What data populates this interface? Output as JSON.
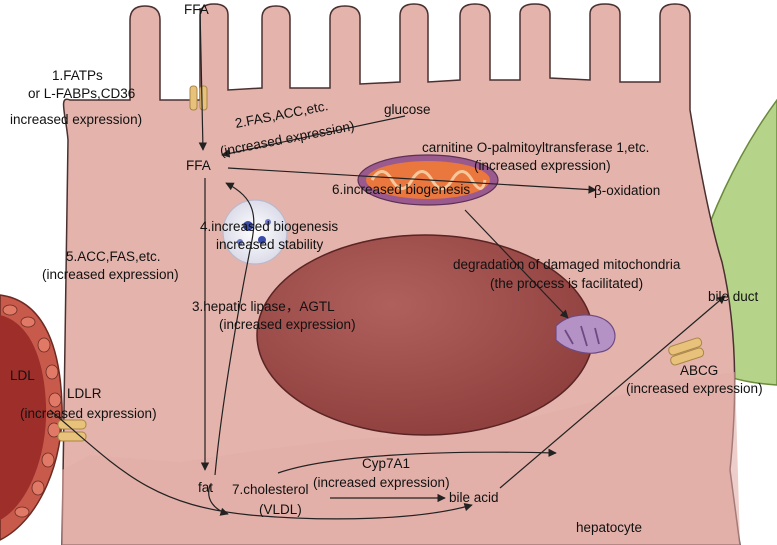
{
  "colors": {
    "cell_fill": "#e4b4ac",
    "cell_stroke": "#4a3030",
    "nucleus": "#a0504e",
    "vessel_outer": "#c85a4c",
    "vessel_inner": "#9e2e2a",
    "bile_duct": "#b6d38a",
    "transporter": "#e8c27a",
    "mitochondria_outer": "#9b5a8e",
    "mitochondria_inner": "#e9773e",
    "damaged_mito": "#b592c6",
    "arrow": "#222222"
  },
  "labels": {
    "ffa_top": "FFA",
    "ffa_mid": "FFA",
    "fatps_1": "1.FATPs",
    "fatps_2": "or L-FABPs,CD36",
    "fatps_3": "increased expression)",
    "fas_1": "2.FAS,ACC,etc.",
    "fas_2": "(increased expression)",
    "glucose": "glucose",
    "cpt_1": "carnitine O-palmitoyltransferase 1,etc.",
    "cpt_2": "(increased expression)",
    "biogenesis6": "6.increased biogenesis",
    "beta_oxidation": "β-oxidation",
    "ld_1": "4.increased biogenesis",
    "ld_2": "increased stability",
    "acc5_1": "5.ACC,FAS,etc.",
    "acc5_2": "(increased expression)",
    "degr_1": "degradation of damaged mitochondria",
    "degr_2": "(the process is facilitated)",
    "bile_duct": "bile duct",
    "lipase_1": "3.hepatic lipase，AGTL",
    "lipase_2": "(increased expression)",
    "ldl": "LDL",
    "ldlr_1": "LDLR",
    "ldlr_2": "(increased expression)",
    "abcg_1": "ABCG",
    "abcg_2": "(increased expression)",
    "cyp_1": "Cyp7A1",
    "cyp_2": "(increased expression)",
    "fat": "fat",
    "chol_1": "7.cholesterol",
    "chol_2": "(VLDL)",
    "bile_acid": "bile acid",
    "hepatocyte": "hepatocyte"
  }
}
